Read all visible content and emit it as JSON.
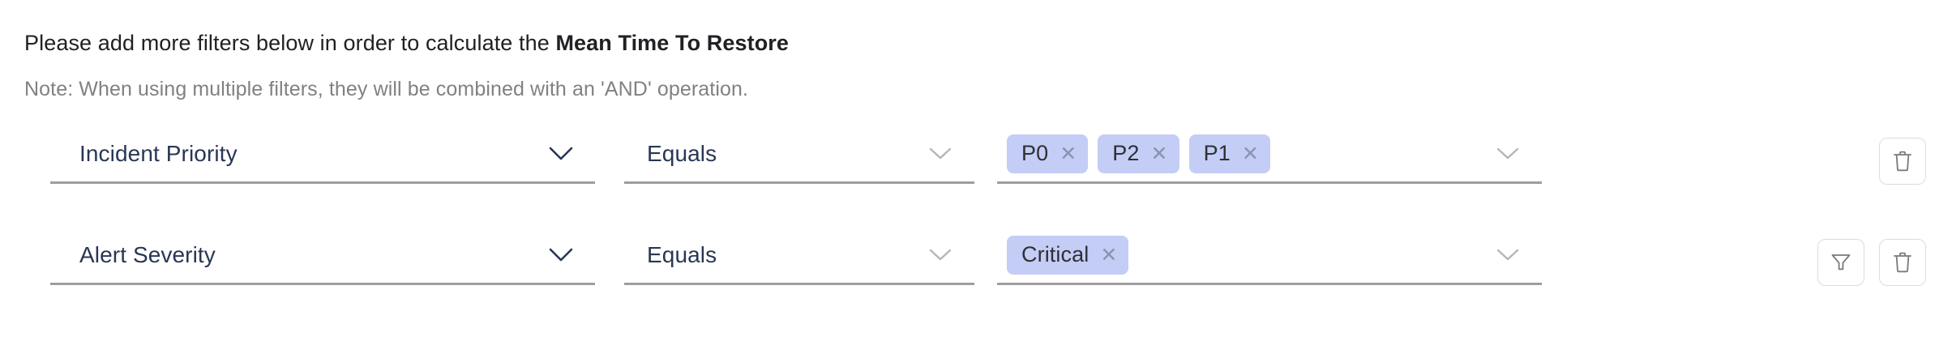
{
  "heading": {
    "prefix": "Please add more filters below in order to calculate the ",
    "metric": "Mean Time To Restore"
  },
  "note": "Note: When using multiple filters, they will be combined with an 'AND' operation.",
  "colors": {
    "chip_background": "#c3cdf6",
    "field_text": "#293655",
    "underline": "#9e9e9e",
    "note_text": "#818181",
    "heading_text": "#202124",
    "chevron_dark": "#293655",
    "chevron_light": "#b6b6b6",
    "icon_stroke": "#7a7a7a",
    "icon_border": "#dcdcdc"
  },
  "filters": [
    {
      "attribute": "Incident Priority",
      "attribute_icon": "chevron-down-icon",
      "operator": "Equals",
      "operator_icon": "chevron-down-icon",
      "values_icon": "chevron-down-icon",
      "values": [
        {
          "label": "P0",
          "remove_icon": "close-icon"
        },
        {
          "label": "P2",
          "remove_icon": "close-icon"
        },
        {
          "label": "P1",
          "remove_icon": "close-icon"
        }
      ],
      "actions": [
        {
          "name": "delete-filter-button",
          "icon": "trash-icon"
        }
      ]
    },
    {
      "attribute": "Alert Severity",
      "attribute_icon": "chevron-down-icon",
      "operator": "Equals",
      "operator_icon": "chevron-down-icon",
      "values_icon": "chevron-down-icon",
      "values": [
        {
          "label": "Critical",
          "remove_icon": "close-icon"
        }
      ],
      "actions": [
        {
          "name": "add-filter-button",
          "icon": "funnel-icon"
        },
        {
          "name": "delete-filter-button",
          "icon": "trash-icon"
        }
      ]
    }
  ]
}
